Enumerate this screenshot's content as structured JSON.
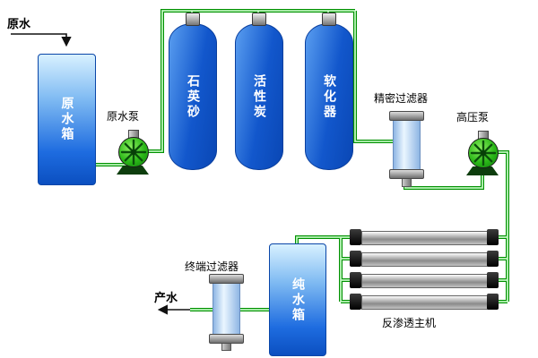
{
  "diagram": {
    "source_label": "原水",
    "product_label": "产水",
    "equipment": {
      "raw_tank": "原水箱",
      "raw_pump": "原水泵",
      "quartz": "石英砂",
      "carbon": "活性炭",
      "softener": "软化器",
      "precision_filter": "精密过滤器",
      "hp_pump": "高压泵",
      "ro_unit": "反渗透主机",
      "pure_tank": "纯水箱",
      "terminal_filter": "终端过滤器"
    },
    "colors": {
      "pipe": "#009000",
      "pipe_highlight": "#bdf7bd",
      "vessel_blue": "#1257cc",
      "tank_blue_light": "#d8f1ff",
      "pump_green": "#2bb818",
      "ro_silver": "#8a8a8a",
      "arrow_black": "#111111"
    }
  }
}
